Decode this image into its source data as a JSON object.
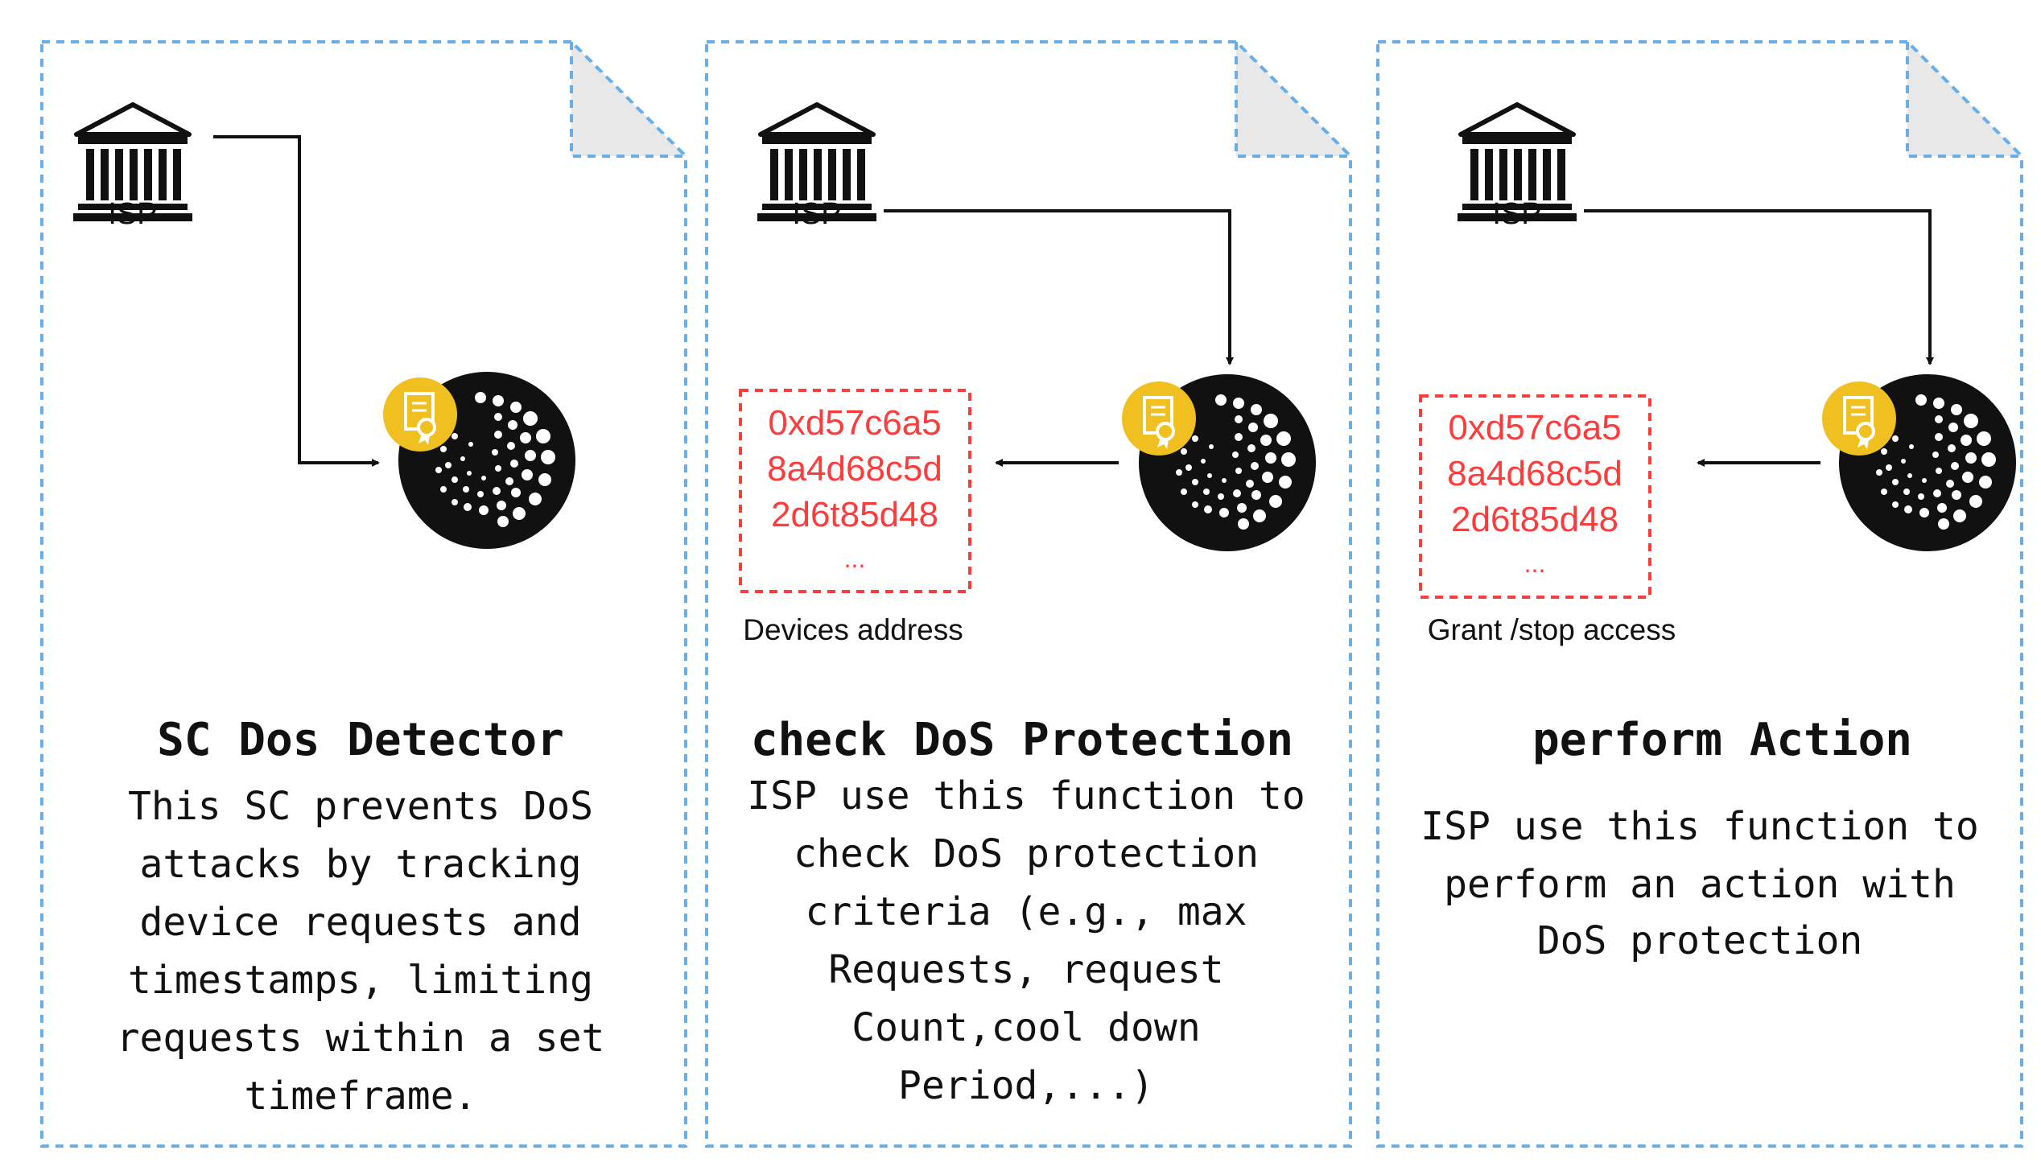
{
  "panels": [
    {
      "isp_label": "ISP",
      "title": "SC Dos Detector",
      "description_lines": [
        "This SC prevents DoS",
        "attacks by tracking",
        "device requests and",
        "timestamps, limiting",
        "requests within a set",
        "timeframe."
      ]
    },
    {
      "isp_label": "ISP",
      "address_lines": [
        "0xd57c6a5",
        "8a4d68c5d",
        "2d6t85d48",
        "..."
      ],
      "address_caption": "Devices address",
      "title": "check DoS Protection",
      "description_lines": [
        "ISP use this function to",
        "check DoS protection",
        "criteria (e.g., max",
        "Requests, request",
        "Count,cool down",
        "Period,...)"
      ]
    },
    {
      "isp_label": "ISP",
      "address_lines": [
        "0xd57c6a5",
        "8a4d68c5d",
        "2d6t85d48",
        "..."
      ],
      "address_caption": "Grant /stop access",
      "title": "perform Action",
      "description_lines": [
        "ISP use this function to",
        "perform an action with",
        "DoS protection"
      ]
    }
  ],
  "colors": {
    "panel_border": "#6aaee8",
    "fold_fill": "#e8e8e8",
    "address_red": "#ff3b3b",
    "badge_yellow": "#f0c020",
    "coin_black": "#111111",
    "text": "#111111"
  },
  "icons": [
    "bank-icon",
    "certificate-badge-icon",
    "iota-coin-icon"
  ]
}
